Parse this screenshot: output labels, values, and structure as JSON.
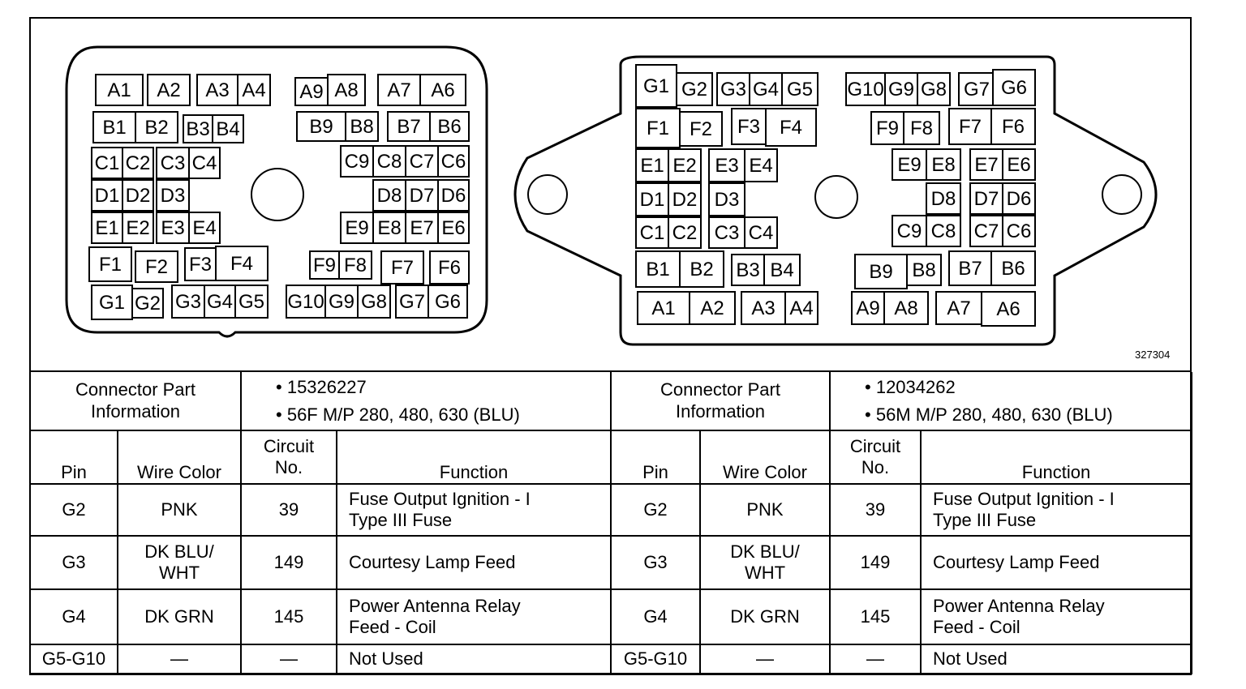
{
  "figure_id": "327304",
  "left_connector": {
    "rows": [
      [
        "A1",
        "A2",
        "A3",
        "A4",
        "A9",
        "A8",
        "A7",
        "A6"
      ],
      [
        "B1",
        "B2",
        "B3",
        "B4",
        "B9",
        "B8",
        "B7",
        "B6"
      ],
      [
        "C1",
        "C2",
        "C3",
        "C4",
        "C9",
        "C8",
        "C7",
        "C6"
      ],
      [
        "D1",
        "D2",
        "D3",
        "D8",
        "D7",
        "D6"
      ],
      [
        "E1",
        "E2",
        "E3",
        "E4",
        "E9",
        "E8",
        "E7",
        "E6"
      ],
      [
        "F1",
        "F2",
        "F3",
        "F4",
        "F9",
        "F8",
        "F7",
        "F6"
      ],
      [
        "G1",
        "G2",
        "G3",
        "G4",
        "G5",
        "G10",
        "G9",
        "G8",
        "G7",
        "G6"
      ]
    ]
  },
  "right_connector": {
    "rows": [
      [
        "G1",
        "G2",
        "G3",
        "G4",
        "G5",
        "G10",
        "G9",
        "G8",
        "G7",
        "G6"
      ],
      [
        "F1",
        "F2",
        "F3",
        "F4",
        "F9",
        "F8",
        "F7",
        "F6"
      ],
      [
        "E1",
        "E2",
        "E3",
        "E4",
        "E9",
        "E8",
        "E7",
        "E6"
      ],
      [
        "D1",
        "D2",
        "D3",
        "D8",
        "D7",
        "D6"
      ],
      [
        "C1",
        "C2",
        "C3",
        "C4",
        "C9",
        "C8",
        "C7",
        "C6"
      ],
      [
        "B1",
        "B2",
        "B3",
        "B4",
        "B9",
        "B8",
        "B7",
        "B6"
      ],
      [
        "A1",
        "A2",
        "A3",
        "A4",
        "A9",
        "A8",
        "A7",
        "A6"
      ]
    ]
  },
  "tables": [
    {
      "info_label": "Connector Part Information",
      "info_lines": [
        "15326227",
        "56F M/P 280, 480, 630 (BLU)"
      ],
      "headers": {
        "pin": "Pin",
        "wire": "Wire Color",
        "circuit": "Circuit No.",
        "function": "Function"
      },
      "rows": [
        {
          "pin": "G2",
          "wire": "PNK",
          "circuit": "39",
          "function": "Fuse Output Ignition - I Type III Fuse"
        },
        {
          "pin": "G3",
          "wire": "DK BLU/ WHT",
          "circuit": "149",
          "function": "Courtesy Lamp Feed"
        },
        {
          "pin": "G4",
          "wire": "DK GRN",
          "circuit": "145",
          "function": "Power Antenna Relay Feed - Coil"
        },
        {
          "pin": "G5-G10",
          "wire": "—",
          "circuit": "—",
          "function": "Not Used"
        }
      ]
    },
    {
      "info_label": "Connector Part Information",
      "info_lines": [
        "12034262",
        "56M M/P 280, 480, 630 (BLU)"
      ],
      "headers": {
        "pin": "Pin",
        "wire": "Wire Color",
        "circuit": "Circuit No.",
        "function": "Function"
      },
      "rows": [
        {
          "pin": "G2",
          "wire": "PNK",
          "circuit": "39",
          "function": "Fuse Output Ignition - I Type III Fuse"
        },
        {
          "pin": "G3",
          "wire": "DK BLU/ WHT",
          "circuit": "149",
          "function": "Courtesy Lamp Feed"
        },
        {
          "pin": "G4",
          "wire": "DK GRN",
          "circuit": "145",
          "function": "Power Antenna Relay Feed - Coil"
        },
        {
          "pin": "G5-G10",
          "wire": "—",
          "circuit": "—",
          "function": "Not Used"
        }
      ]
    }
  ]
}
